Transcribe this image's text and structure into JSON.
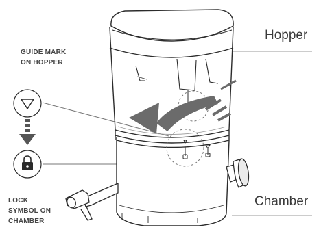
{
  "labels": {
    "guide_mark": [
      "GUIDE MARK",
      "ON HOPPER"
    ],
    "lock_symbol": [
      "LOCK",
      "SYMBOL ON",
      "CHAMBER"
    ],
    "hopper": "Hopper",
    "chamber": "Chamber"
  },
  "icons": {
    "guide": "triangle-down-icon",
    "lock": "lock-icon",
    "arrow_down": "arrow-down-icon",
    "rotate": "rotate-arrow-icon"
  },
  "colors": {
    "line": "#2b2b2b",
    "light_line": "#9a9a9a",
    "arrow": "#6b6b6b",
    "shade": "#bfbfbf"
  }
}
